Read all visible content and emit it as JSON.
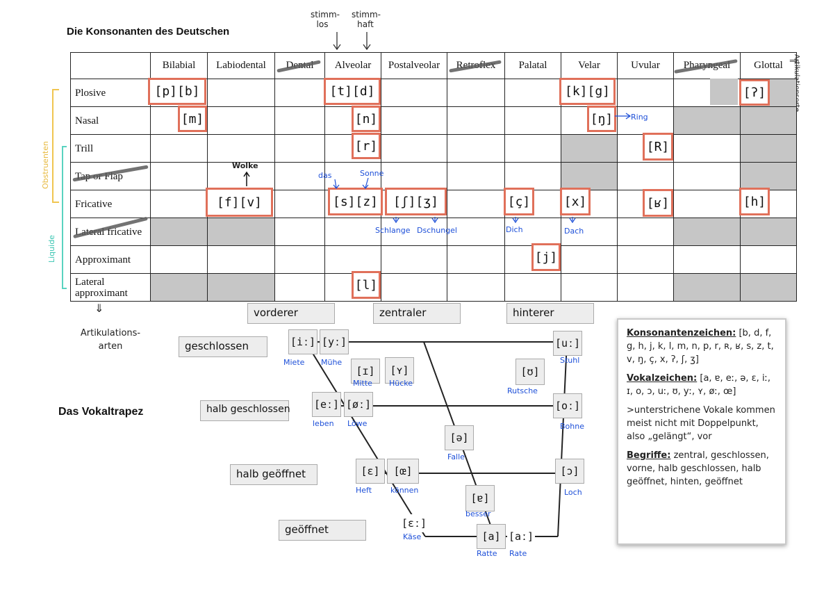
{
  "title": "Die Konsonanten des  Deutschen",
  "subtitle": "Das Vokaltrapez",
  "notes": {
    "stimmlos": "stimm- los",
    "stimmhaft": "stimm- haft",
    "artikulationsorte": "Artikulationsorte",
    "artikulationsarten": "Artikulations- arten",
    "obstruenten": "Obstruenten",
    "liquide": "Liquide",
    "wolke": "Wolke",
    "das": "das",
    "sonne": "Sonne",
    "schlange": "Schlange",
    "dschungel": "Dschungel",
    "dich": "Dich",
    "dach": "Dach",
    "ring": "Ring",
    "arrow_down": "⇓",
    "arrow_right": "⇒"
  },
  "columns": [
    "Bilabial",
    "Labiodental",
    "Dental",
    "Alveolar",
    "Postalveolar",
    "Retroflex",
    "Palatal",
    "Velar",
    "Uvular",
    "Pharyngeal",
    "Glottal"
  ],
  "rows": [
    "Plosive",
    "Nasal",
    "Trill",
    "Tap or Flap",
    "Fricative",
    "Lateral fricative",
    "Approximant",
    "Lateral approximant"
  ],
  "phonemes": {
    "pb": "[p][b]",
    "td": "[t][d]",
    "kg": "[k][g]",
    "glottal_stop": "[ʔ]",
    "m": "[m]",
    "n": "[n]",
    "ng": "[ŋ]",
    "r": "[r]",
    "R": "[R]",
    "fv": "[f][v]",
    "sz": "[s][z]",
    "sh_zh": "[ʃ][ʒ]",
    "c_cedilla": "[ç]",
    "x": "[x]",
    "uvular_fric": "[ʁ]",
    "h": "[h]",
    "j": "[j]",
    "l": "[l]"
  },
  "trapezoid": {
    "positions": {
      "front": "vorderer",
      "central": "zentraler",
      "back": "hinterer"
    },
    "heights": {
      "closed": "geschlossen",
      "half_closed": "halb geschlossen",
      "half_open": "halb geöffnet",
      "open": "geöffnet"
    },
    "vowels": {
      "i_long": "[iː]",
      "y_long": "[yː]",
      "I": "[ɪ]",
      "Y": "[ʏ]",
      "u_long": "[uː]",
      "U": "[ʊ]",
      "e_long": "[eː]",
      "o_umlaut_long": "[øː]",
      "o_long": "[oː]",
      "schwa": "[ə]",
      "epsilon": "[ɛ]",
      "oe": "[œ]",
      "open_o": "[ɔ]",
      "turned_a": "[ɐ]",
      "epsilon_long": "[ɛː]",
      "a": "[a]",
      "a_long": "[aː]"
    },
    "words": {
      "miete": "Miete",
      "muehe": "Mühe",
      "mitte": "Mitte",
      "huecke": "Hücke",
      "rutsche": "Rutsche",
      "stuhl": "Stuhl",
      "leben": "leben",
      "loewe": "Löwe",
      "bohne": "Bohne",
      "falle": "Falle",
      "heft": "Heft",
      "koennen": "können",
      "loch": "Loch",
      "besser": "besser",
      "kaese": "Käse",
      "ratte": "Ratte",
      "rate": "Rate"
    }
  },
  "info": {
    "consonants_label": "Konsonantenzeichen:",
    "consonants_text": "[b, d, f, g, h, j, k, l, m, n, p, r, ʀ, ʁ, s, z, t, v, ŋ, ç, x, ʔ, ʃ, ʒ]",
    "vowels_label": "Vokalzeichen:",
    "vowels_text": "[a, ɐ, eː, ə, ɛ, iː, ɪ, o, ɔ, uː, ʊ, yː, ʏ, øː, œ]",
    "remark": ">unterstrichene Vokale kommen meist nicht mit Doppelpunkt, also „gelängt“, vor",
    "terms_label": "Begriffe:",
    "terms_text": "zentral, geschlossen, vorne, halb geschlossen, halb geöffnet, hinten, geöffnet"
  }
}
